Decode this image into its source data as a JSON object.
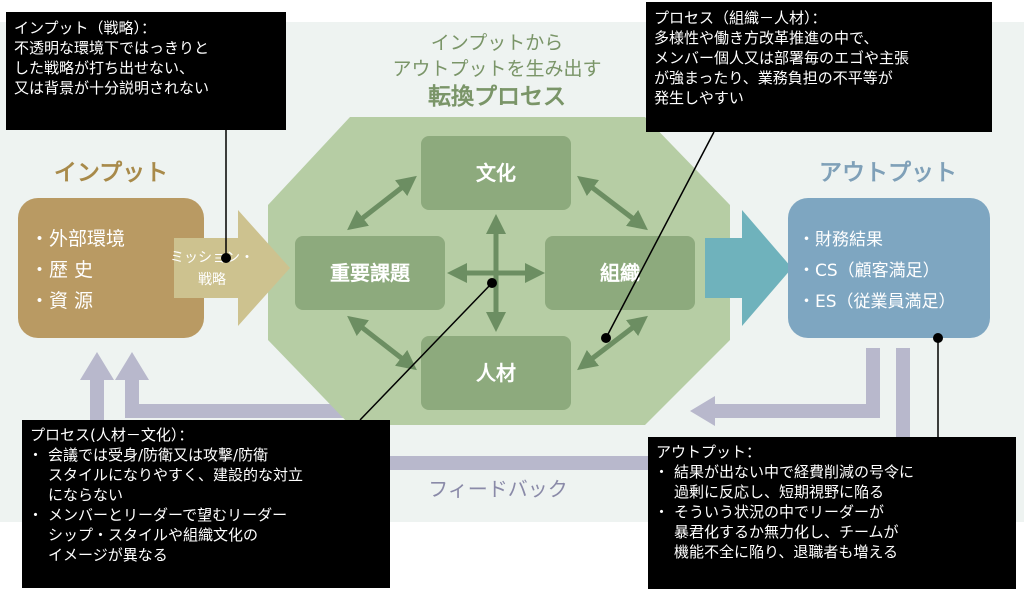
{
  "center_title": {
    "line1": "インプットから",
    "line2": "アウトプットを生み出す",
    "line3": "転換プロセス"
  },
  "input": {
    "heading": "インプット",
    "items": [
      "・外部環境",
      "・歴 史",
      "・資 源"
    ]
  },
  "mission_arrow": {
    "line1": "ミッション・",
    "line2": "戦略"
  },
  "process_nodes": {
    "culture": "文化",
    "issues": "重要課題",
    "organization": "組織",
    "talent": "人材"
  },
  "output": {
    "heading": "アウトプット",
    "items": [
      "・財務結果",
      "・CS（顧客満足）",
      "・ES（従業員満足）"
    ]
  },
  "feedback_label": "フィードバック",
  "callouts": {
    "input": {
      "title": "インプット（戦略）：",
      "lines": [
        "不透明な環境下ではっきりと",
        "した戦略が打ち出せない、",
        "又は背景が十分説明されない"
      ]
    },
    "org_talent": {
      "title": "プロセス（組織－人材）：",
      "lines": [
        "多様性や働き方改革推進の中で、",
        "メンバー個人又は部署毎のエゴや主張",
        "が強まったり、業務負担の不平等が",
        "発生しやすい"
      ]
    },
    "talent_culture": {
      "title": "プロセス(人材－文化）：",
      "bullets": [
        [
          "会議では受身/防衛又は攻撃/防衛",
          "スタイルになりやすく、建設的な対立",
          "にならない"
        ],
        [
          "メンバーとリーダーで望むリーダー",
          "シップ・スタイルや組織文化の",
          "イメージが異なる"
        ]
      ]
    },
    "output": {
      "title": "アウトプット：",
      "bullets": [
        [
          "結果が出ない中で経費削減の号令に",
          "過剰に反応し、短期視野に陥る"
        ],
        [
          "そういう状況の中でリーダーが",
          "暴君化するか無力化し、チームが",
          "機能不全に陥り、退職者も増える"
        ]
      ]
    }
  },
  "colors": {
    "input_box": "#b99a63",
    "input_heading": "#a88a4a",
    "mission_arrow": "#cdc28f",
    "octagon": "#b6cda4",
    "node": "#8daa7d",
    "node_arrow": "#6c8e62",
    "output_box": "#7ea6c1",
    "output_heading": "#7fa0b8",
    "output_arrow": "#6fb2bc",
    "feedback": "#b8b8cc",
    "title": "#7a9568",
    "callout_bg": "#000000"
  }
}
